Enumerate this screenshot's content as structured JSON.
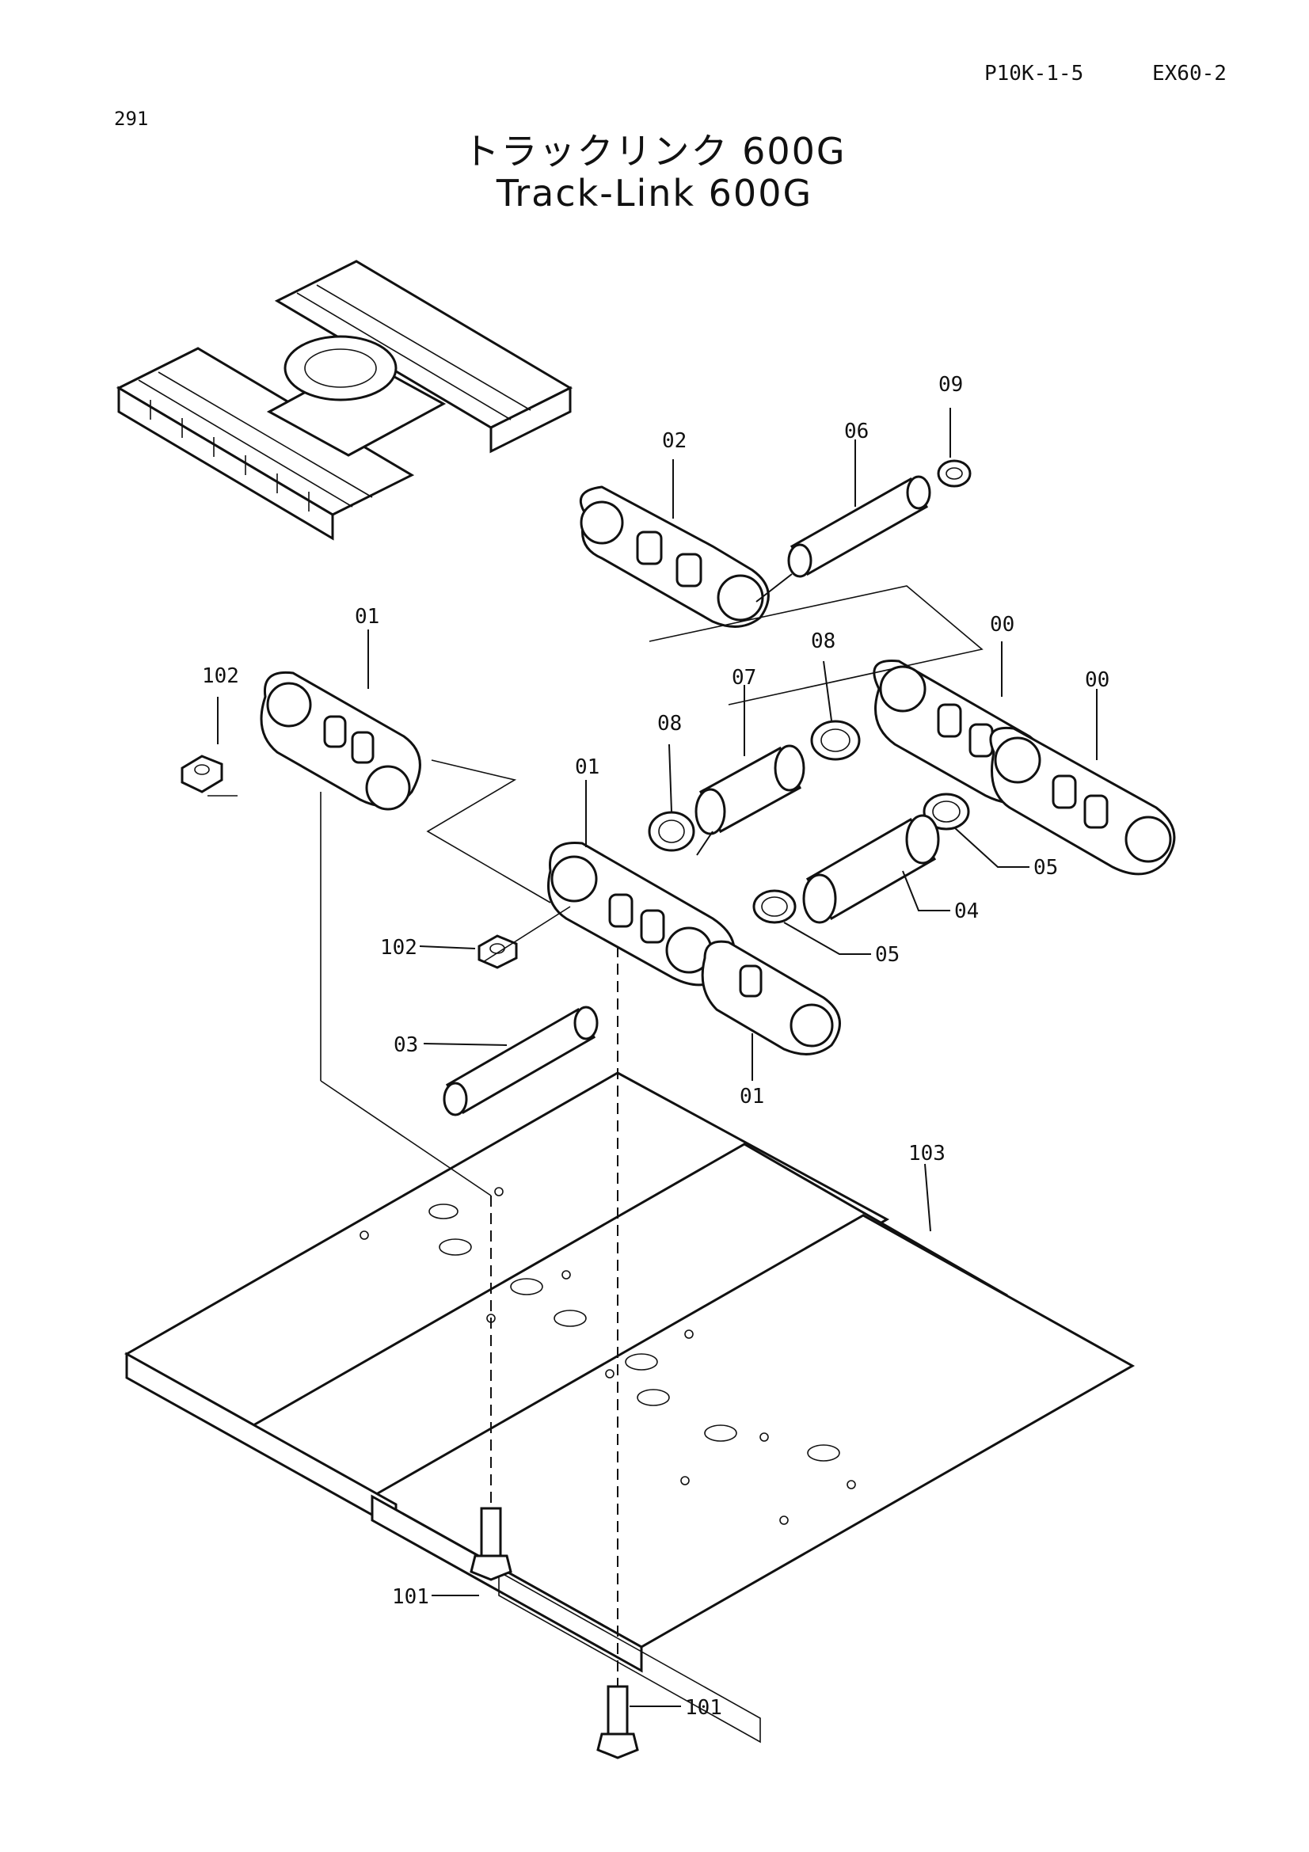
{
  "header": {
    "page_number": "291",
    "ref_code": "P10K-1-5",
    "model": "EX60-2"
  },
  "title": {
    "japanese": "トラックリンク 600G",
    "english": "Track-Link 600G"
  },
  "callouts": {
    "link_right_a": "00",
    "link_right_b": "00",
    "link_left_top": "01",
    "link_left_center": "01",
    "link_left_bottom": "01",
    "link_master": "02",
    "pin": "03",
    "bushing": "04",
    "seal_upper": "05",
    "seal_lower": "05",
    "master_pin": "06",
    "master_bushing": "07",
    "spacer_left": "08",
    "spacer_right": "08",
    "snap_ring": "09",
    "bolt_left": "101",
    "bolt_right": "101",
    "nut_top": "102",
    "nut_center": "102",
    "shoe": "103"
  }
}
